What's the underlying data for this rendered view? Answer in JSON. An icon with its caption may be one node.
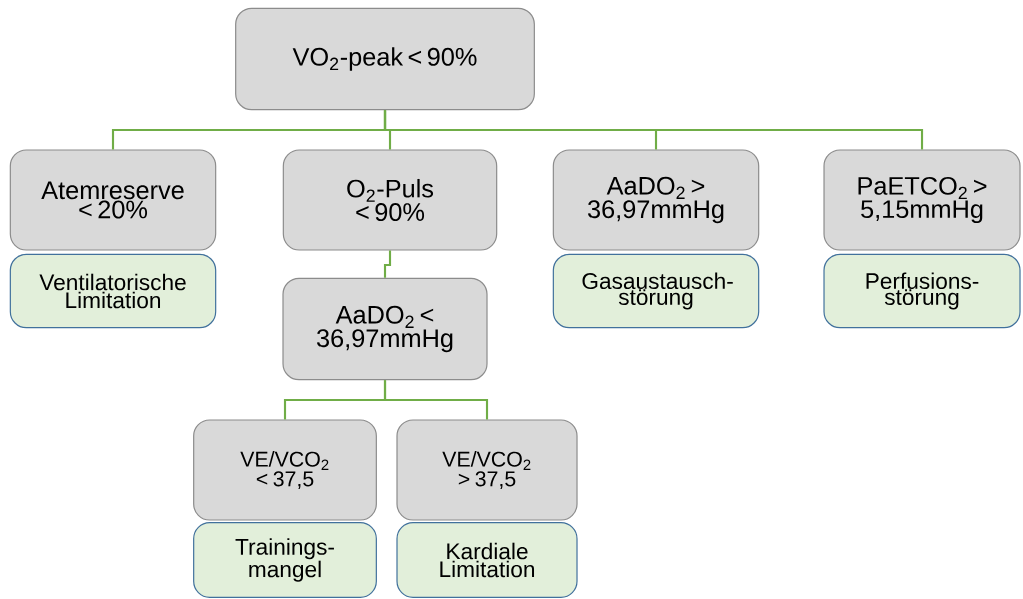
{
  "diagram": {
    "nodes": [
      {
        "text": [
          "VO$_{2}$-peak < 90%"
        ]
      },
      {
        "text": [
          "Atemreserve < 20%"
        ]
      },
      {
        "text": [
          "O$_{2}$-Puls < 90%"
        ]
      },
      {
        "text": [
          "AaDO$_{2}$ > 36,97mmHg"
        ]
      },
      {
        "text": [
          "PaETCO$_{2}$ > 5,15mmHg"
        ]
      },
      {
        "text": [
          "Ventilatorische Limitation"
        ]
      },
      {
        "text": [
          "AaDO$_{2}$ < 36,97mmHg"
        ]
      },
      {
        "text": [
          "Gasaustausch- störung"
        ]
      },
      {
        "text": [
          "Perfusions- störung"
        ]
      },
      {
        "text": [
          "VE/VCO$_{2}$ < 37,5"
        ]
      },
      {
        "text": [
          "VE/VCO$_{2}$ > 37,5"
        ]
      },
      {
        "text": [
          "Trainings- mangel"
        ]
      },
      {
        "text": [
          "Kardiale Limitation"
        ]
      }
    ],
    "edges": [
      {
        "from": 0,
        "to": 1,
        "arrow": "none"
      },
      {
        "from": 0,
        "to": 2,
        "arrow": "none"
      },
      {
        "from": 0,
        "to": 3,
        "arrow": "none"
      },
      {
        "from": 0,
        "to": 4,
        "arrow": "none"
      },
      {
        "from": 2,
        "to": 6,
        "arrow": "none"
      },
      {
        "from": 6,
        "to": 9,
        "arrow": "none"
      },
      {
        "from": 6,
        "to": 10,
        "arrow": "none"
      }
    ]
  }
}
